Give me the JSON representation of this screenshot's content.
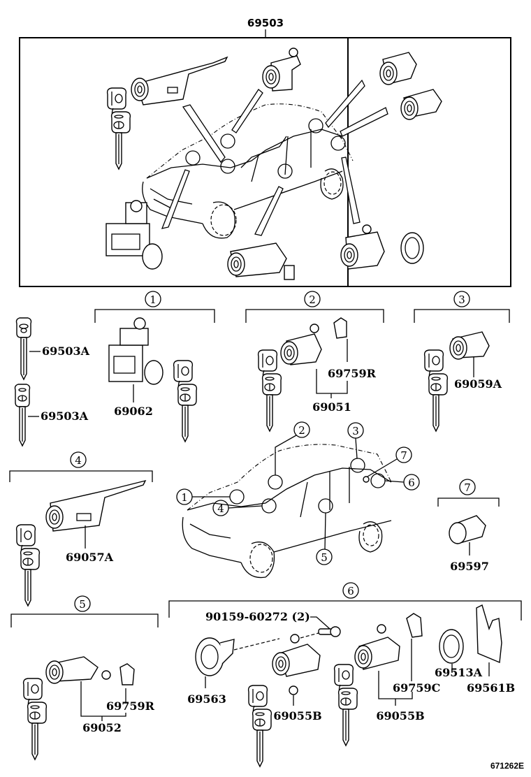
{
  "diagram": {
    "title_part": "69503",
    "figure_code": "671262E",
    "key_parts": [
      {
        "label": "69503A",
        "description": "key (plain head)"
      },
      {
        "label": "69503A",
        "description": "key (logo head)"
      }
    ],
    "groups": [
      {
        "marker": "1",
        "parts": [
          "69062"
        ]
      },
      {
        "marker": "2",
        "parts": [
          "69759R",
          "69051"
        ]
      },
      {
        "marker": "3",
        "parts": [
          "69059A"
        ]
      },
      {
        "marker": "4",
        "parts": [
          "69057A"
        ]
      },
      {
        "marker": "5",
        "parts": [
          "69759R",
          "69052"
        ]
      },
      {
        "marker": "6",
        "parts": [
          "90159-60272 (2)",
          "69563",
          "69055B",
          "69055B",
          "69759C",
          "69513A",
          "69561B"
        ]
      },
      {
        "marker": "7",
        "parts": [
          "69597"
        ]
      }
    ],
    "vehicle_callouts": [
      "1",
      "2",
      "3",
      "4",
      "5",
      "6",
      "7"
    ]
  }
}
